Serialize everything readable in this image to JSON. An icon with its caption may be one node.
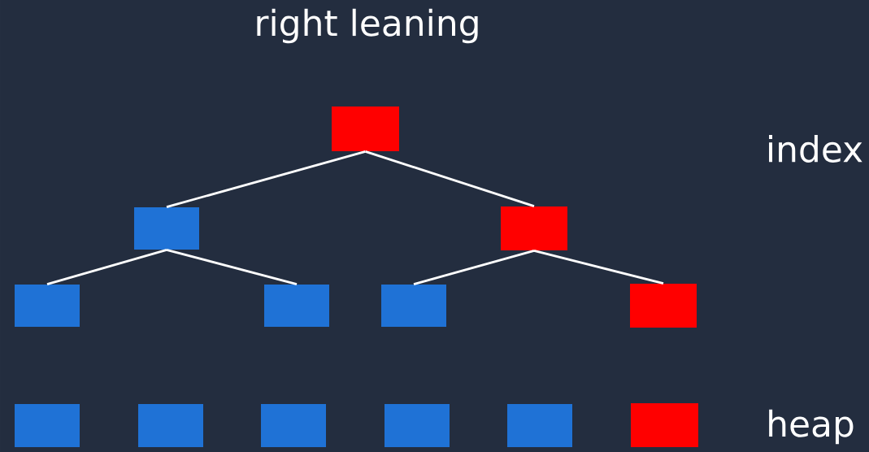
{
  "diagram": {
    "title": "right leaning",
    "nodes": [
      {
        "text": [],
        "shape": "box"
      },
      {
        "text": [],
        "shape": "box"
      },
      {
        "text": [],
        "shape": "box"
      },
      {
        "text": [],
        "shape": "box"
      },
      {
        "text": [],
        "shape": "box"
      },
      {
        "text": [],
        "shape": "box"
      },
      {
        "text": [],
        "shape": "box"
      },
      {
        "text": [],
        "shape": "box"
      },
      {
        "text": [],
        "shape": "box"
      },
      {
        "text": [],
        "shape": "box"
      },
      {
        "text": [],
        "shape": "box"
      },
      {
        "text": [],
        "shape": "box"
      },
      {
        "text": [],
        "shape": "box"
      }
    ],
    "edges": [
      {
        "from": 0,
        "to": 1,
        "arrow": "none"
      },
      {
        "from": 0,
        "to": 2,
        "arrow": "none"
      },
      {
        "from": 1,
        "to": 3,
        "arrow": "none"
      },
      {
        "from": 1,
        "to": 4,
        "arrow": "none"
      },
      {
        "from": 2,
        "to": 5,
        "arrow": "none"
      },
      {
        "from": 2,
        "to": 6,
        "arrow": "none"
      }
    ],
    "labels": [
      "index",
      "heap"
    ]
  }
}
